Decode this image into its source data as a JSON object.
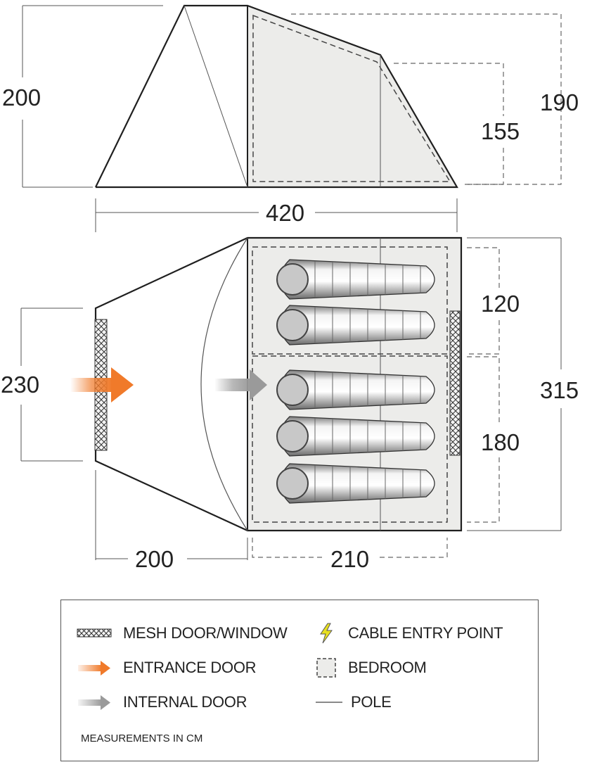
{
  "dimensions": {
    "side_height_front": "200",
    "side_height_rear": "190",
    "side_height_inner": "155",
    "total_length": "420",
    "porch_length": "200",
    "bedroom_length": "210",
    "entrance_width": "230",
    "total_width": "315",
    "bedroom_small_width": "120",
    "bedroom_large_width": "180"
  },
  "legend": {
    "mesh": {
      "label": "MESH DOOR/WINDOW",
      "icon": "mesh-icon"
    },
    "entrance": {
      "label": "ENTRANCE DOOR",
      "icon": "orange-arrow-icon"
    },
    "internal": {
      "label": "INTERNAL DOOR",
      "icon": "grey-arrow-icon"
    },
    "cable": {
      "label": "CABLE ENTRY POINT",
      "icon": "lightning-icon"
    },
    "bedroom": {
      "label": "BEDROOM",
      "icon": "dashed-box-icon"
    },
    "pole": {
      "label": "POLE",
      "icon": "line-icon"
    },
    "note": "MEASUREMENTS IN CM"
  },
  "colors": {
    "outline": "#1f1f1f",
    "bedroom_fill": "#ececea",
    "entrance_arrow": "#f07a2a",
    "internal_arrow": "#9a9a9a",
    "lightning": "#e8e020"
  }
}
